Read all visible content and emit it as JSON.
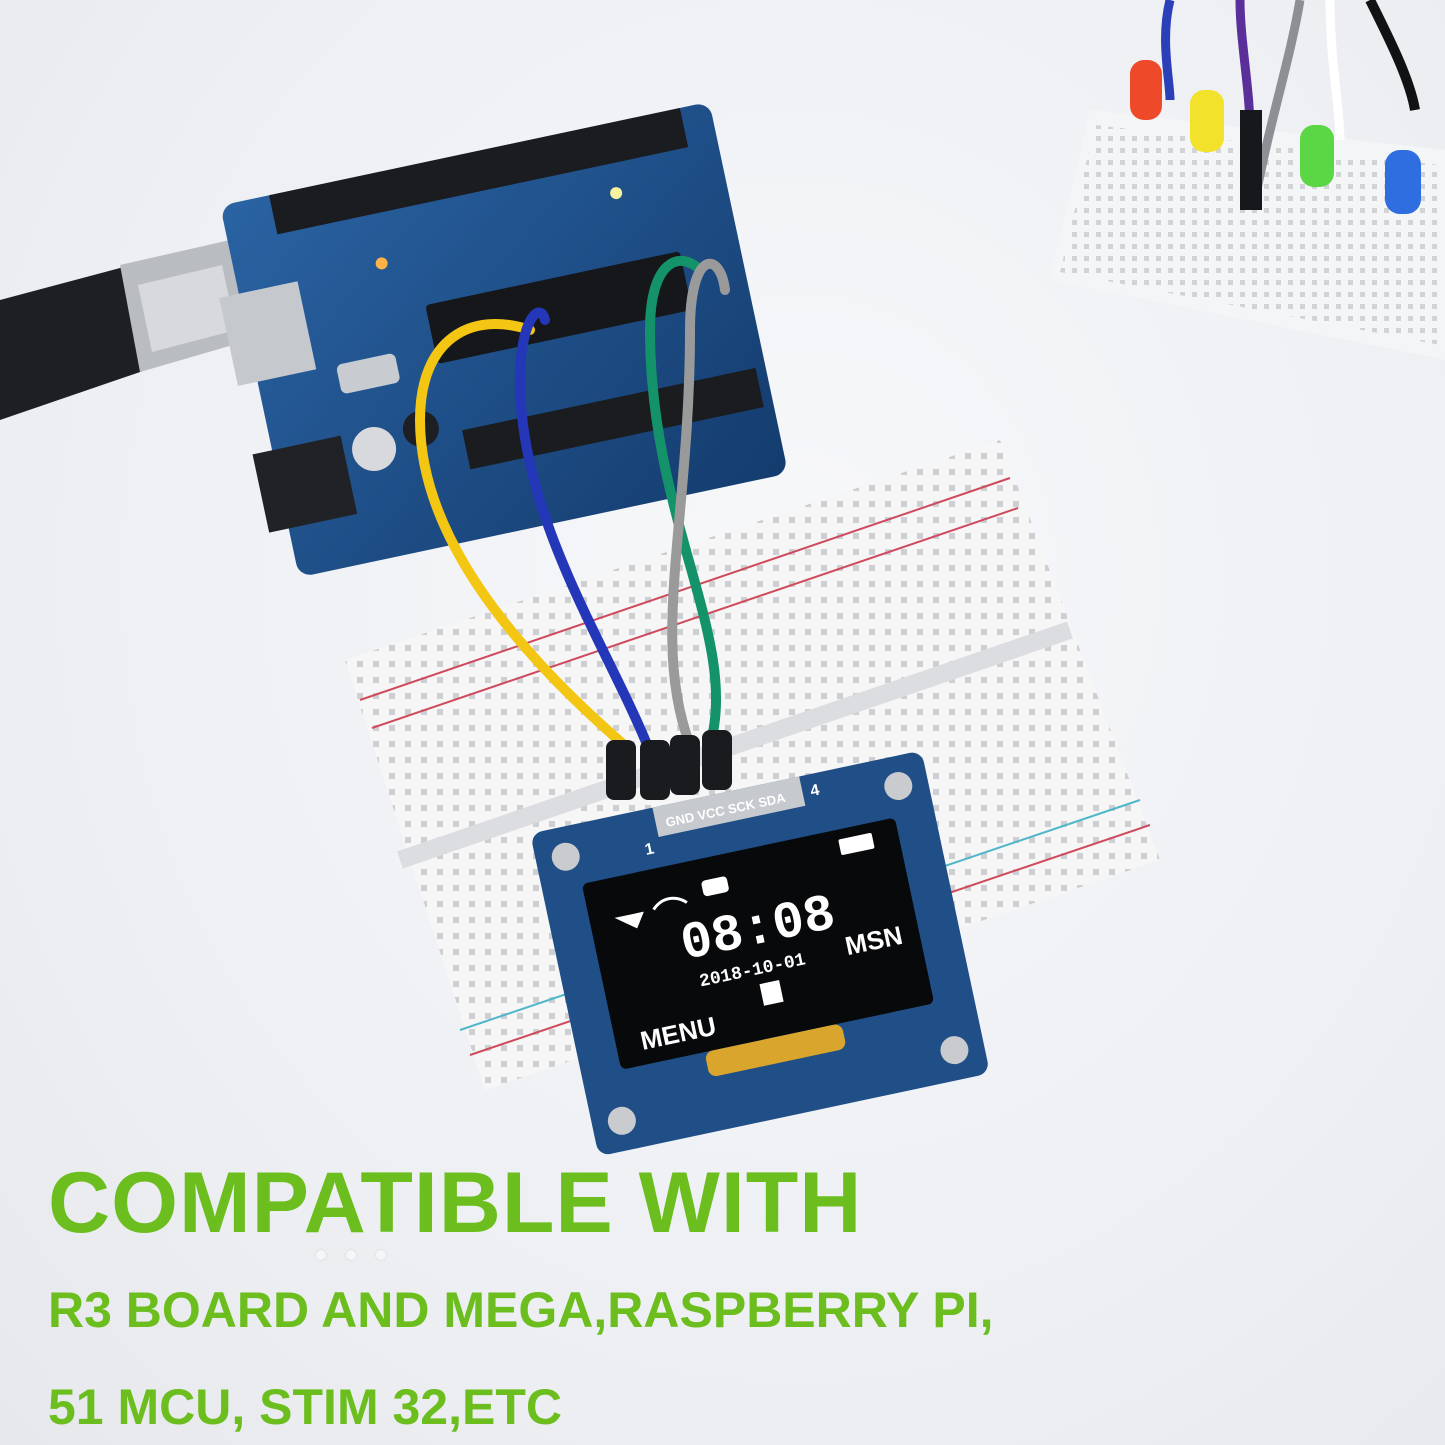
{
  "headline": "COMPATIBLE WITH",
  "subline_1": "R3 BOARD AND MEGA,RASPBERRY PI,",
  "subline_2": "51 MCU, STIM 32,ETC",
  "oled": {
    "time": "08:08",
    "date": "2018-10-01",
    "left_label": "MENU",
    "right_label": "MSN",
    "pin_labels": "GND VCC SCK SDA",
    "pin_first": "1",
    "pin_last": "4"
  },
  "colors": {
    "text_green": "#6cbe1e",
    "board_blue": "#1f4f86",
    "wire_yellow": "#f3c614",
    "wire_blue": "#2437b8",
    "wire_green": "#14936a",
    "wire_gray": "#9a9a9a"
  }
}
